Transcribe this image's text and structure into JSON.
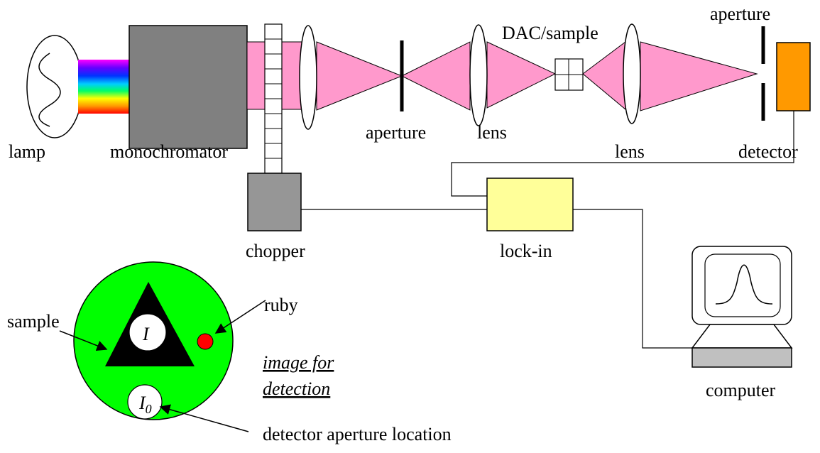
{
  "labels": {
    "lamp": "lamp",
    "monochromator": "monochromator",
    "chopper": "chopper",
    "aperture_1": "aperture",
    "lens_1": "lens",
    "dac_sample": "DAC/sample",
    "lens_2": "lens",
    "aperture_2": "aperture",
    "detector": "detector",
    "lock_in": "lock-in",
    "computer": "computer",
    "sample": "sample",
    "ruby": "ruby",
    "image_line1": "image for",
    "image_line2": "detection",
    "detector_aperture_location": "detector aperture location",
    "I": "I",
    "I0_main": "I",
    "I0_sub": "0"
  },
  "colors": {
    "beam": "#ff99cc",
    "monochromator": "#808080",
    "chopper": "#969696",
    "detector": "#ff9900",
    "lock_in": "#ffff99",
    "computer_base": "#c0c0c0",
    "sample_disk": "#00ff00",
    "ruby": "#ff0000"
  }
}
